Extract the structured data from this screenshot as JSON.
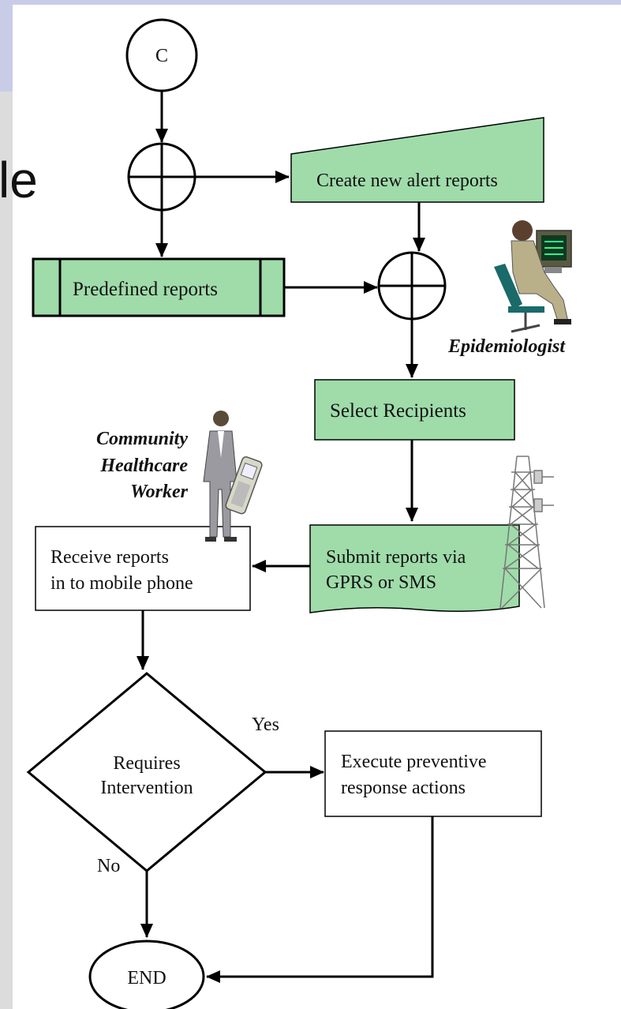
{
  "slide": {
    "title_fragment": "le"
  },
  "diagram": {
    "connector_c": "C",
    "create_alerts": "Create new alert reports",
    "predefined": "Predefined reports",
    "select_recipients": "Select Recipients",
    "submit_line1": "Submit reports via",
    "submit_line2": "GPRS or SMS",
    "receive_line1": "Receive reports",
    "receive_line2": "in to mobile phone",
    "decision_line1": "Requires",
    "decision_line2": "Intervention",
    "yes": "Yes",
    "no": "No",
    "execute_line1": "Execute preventive",
    "execute_line2": "response actions",
    "end": "END",
    "role_epi": "Epidemiologist",
    "role_chw_line1": "Community",
    "role_chw_line2": "Healthcare",
    "role_chw_line3": "Worker"
  },
  "colors": {
    "process_fill": "#9fdcaa",
    "stroke": "#000000"
  }
}
